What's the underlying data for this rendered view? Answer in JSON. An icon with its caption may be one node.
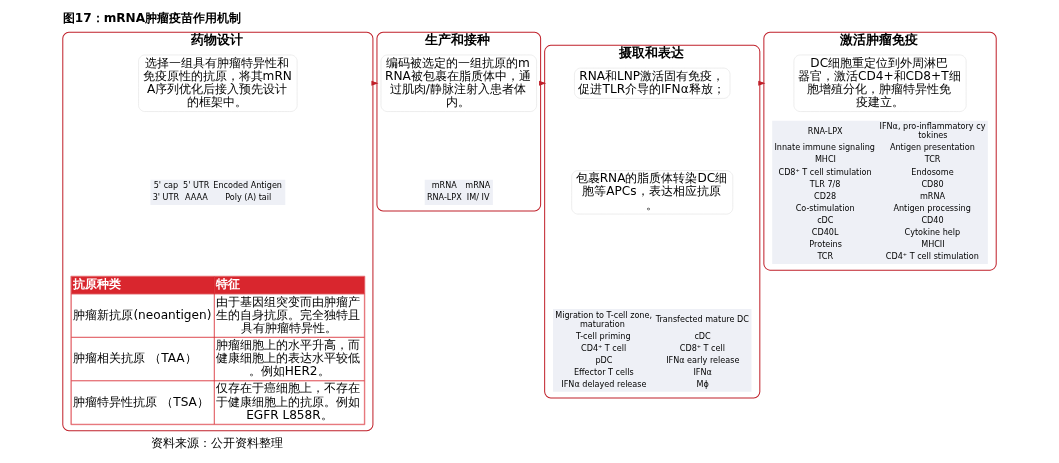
{
  "diagram": {
    "title": "图17：mRNA肿瘤疫苗作用机制",
    "caption": "资料来源：公开资料整理",
    "nodes": [
      {
        "text": [
          "药物设计"
        ]
      },
      {
        "text": [
          "生产和接种"
        ]
      },
      {
        "text": [
          "摄取和表达"
        ]
      },
      {
        "text": [
          "激活肿瘤免疫"
        ]
      },
      {
        "text": [
          "选择一组具有肿瘤特异性和免疫原性的抗原，将其mRNA序列优化后接入预先设计的框架中。"
        ],
        "in": 0
      },
      {
        "text": [
          "编码被选定的一组抗原的mRNA被包裹在脂质体中，通过肌肉/静脉注射入患者体内。"
        ],
        "in": 1
      },
      {
        "text": [
          "RNA和LNP激活固有免疫，促进TLR介导的IFNα释放；"
        ],
        "in": 2
      },
      {
        "text": [
          "包裹RNA的脂质体转染DC细胞等APCs，表达相应抗原。"
        ],
        "in": 2
      },
      {
        "text": [
          "DC细胞重定位到外周淋巴器官，激活CD4+和CD8+T细胞增殖分化，肿瘤特异性免疫建立。"
        ],
        "in": 3
      }
    ],
    "edges": [
      {
        "from": 0,
        "to": 1,
        "arrow": "to"
      },
      {
        "from": 1,
        "to": 2,
        "arrow": "to"
      },
      {
        "from": 2,
        "to": 3,
        "arrow": "to"
      }
    ],
    "labels": [
      "5' cap",
      "5' UTR",
      "Encoded Antigen",
      "3' UTR",
      "AAAA",
      "Poly (A) tail",
      "抗原种类",
      "特征",
      "肿瘤新抗原(neoantigen)",
      "由于基因组突变而由肿瘤产生的自身抗原。完全独特且具有肿瘤特异性。",
      "肿瘤相关抗原 （TAA）",
      "肿瘤细胞上的水平升高，而健康细胞上的表达水平较低。例如HER2。",
      "肿瘤特异性抗原 （TSA）",
      "仅存在于癌细胞上，不存在于健康细胞上的抗原。例如EGFR L858R。",
      "mRNA",
      "mRNA",
      "RNA-LPX",
      "IM/ IV",
      "Migration to T-cell zone, maturation",
      "Transfected mature DC",
      "T-cell priming",
      "cDC",
      "CD4⁺ T cell",
      "CD8⁺ T cell",
      "pDC",
      "IFNα early release",
      "Effector T cells",
      "IFNα",
      "IFNα delayed release",
      "Mϕ",
      "RNA-LPX",
      "IFNα, pro-inflammatory cytokines",
      "Innate immune signaling",
      "Antigen presentation",
      "MHCI",
      "TCR",
      "CD8⁺ T cell stimulation",
      "Endosome",
      "TLR 7/8",
      "CD80",
      "CD28",
      "mRNA",
      "Co-stimulation",
      "Antigen processing",
      "cDC",
      "CD40",
      "CD40L",
      "Cytokine help",
      "Proteins",
      "MHCII",
      "TCR",
      "CD4⁺ T cell stimulation"
    ]
  }
}
